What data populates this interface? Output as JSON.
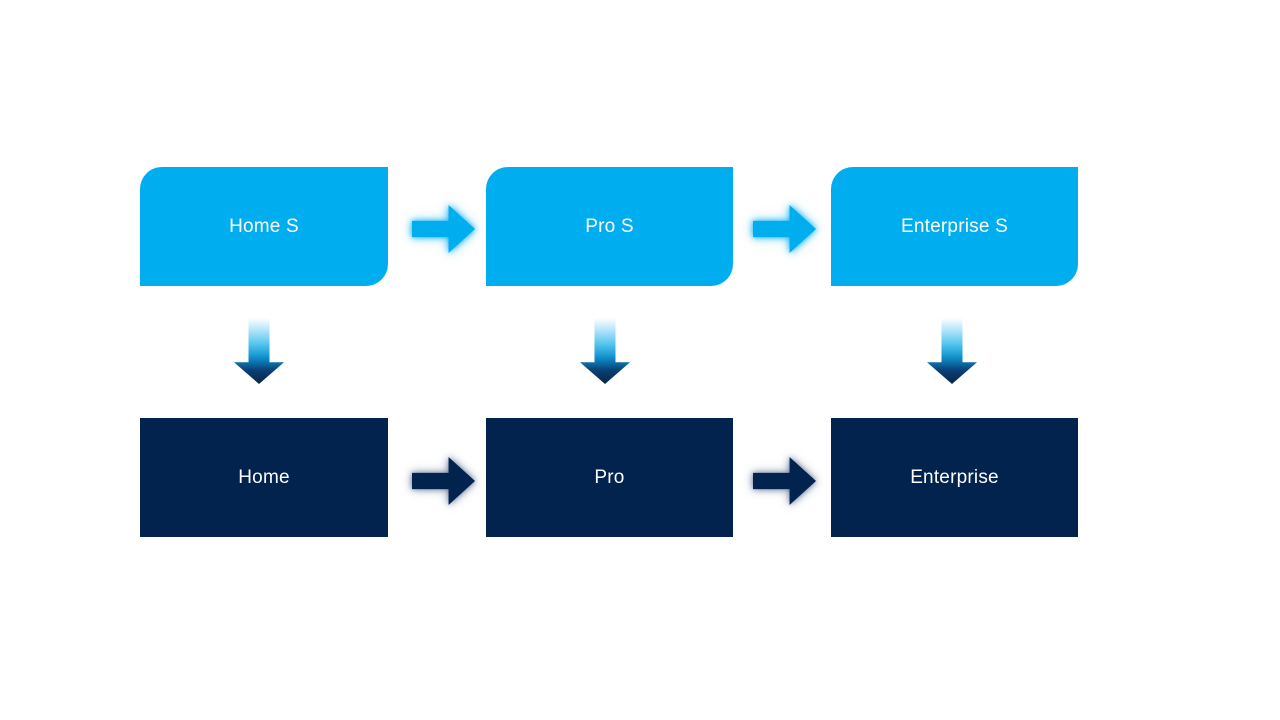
{
  "page": {
    "background_color": "#FFFFFF"
  },
  "diagram": {
    "top_row": {
      "fill_color": "#00AEEF",
      "text_color": "#FFFFFF",
      "shape": "round-diagonal-corner-rectangle",
      "boxes": [
        {
          "label": "Home S"
        },
        {
          "label": "Pro S"
        },
        {
          "label": "Enterprise S"
        }
      ]
    },
    "bottom_row": {
      "fill_color": "#03234F",
      "text_color": "#FFFFFF",
      "shape": "rectangle",
      "boxes": [
        {
          "label": "Home"
        },
        {
          "label": "Pro"
        },
        {
          "label": "Enterprise"
        }
      ]
    },
    "connectors": {
      "top_right_arrows": {
        "type": "right-block-arrow",
        "color": "#00AEEF",
        "glow": "#00AEEF",
        "count": 2
      },
      "bottom_right_arrows": {
        "type": "right-block-arrow",
        "color": "#03234F",
        "glow": "#193769",
        "count": 2
      },
      "down_arrows": {
        "type": "down-block-arrow",
        "gradient": [
          "#FFFFFF",
          "#52C5EF",
          "#0F8FCB",
          "#0A2445"
        ],
        "count": 3
      }
    }
  }
}
